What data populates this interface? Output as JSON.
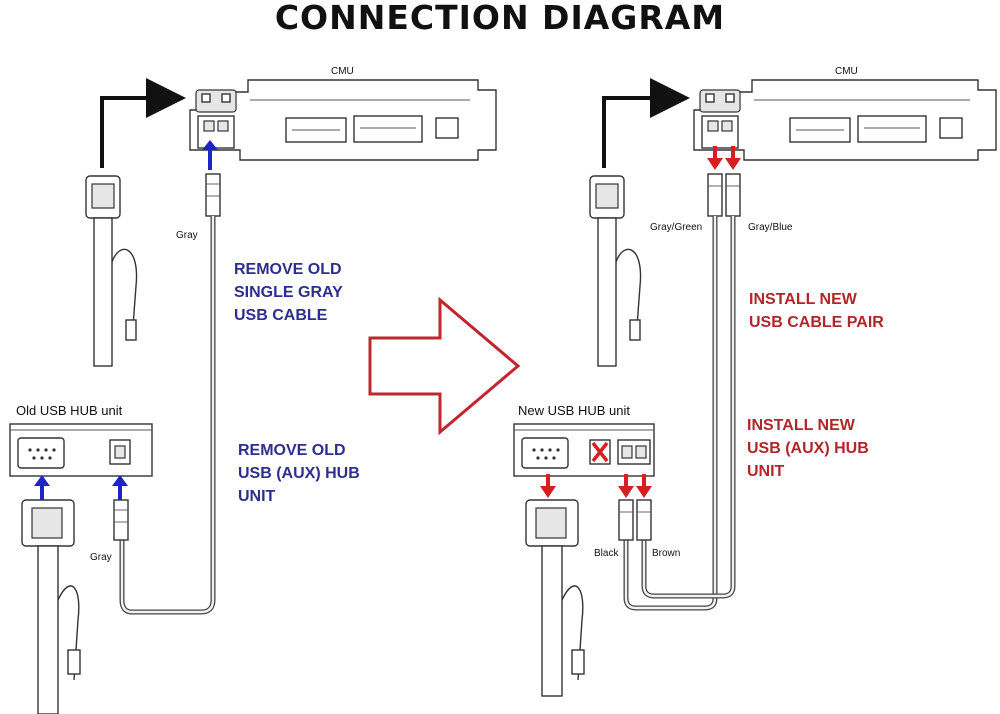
{
  "title": "CONNECTION DIAGRAM",
  "left_panel": {
    "cmu_label": "CMU",
    "cable_top_label": "Gray",
    "hub_label": "Old USB HUB unit",
    "cable_bottom_label": "Gray",
    "note_1": [
      "REMOVE OLD",
      "SINGLE GRAY",
      "USB CABLE"
    ],
    "note_2": [
      "REMOVE OLD",
      "USB (AUX) HUB",
      "UNIT"
    ]
  },
  "right_panel": {
    "cmu_label": "CMU",
    "cable_top_left_label": "Gray/Green",
    "cable_top_right_label": "Gray/Blue",
    "hub_label": "New USB HUB unit",
    "cable_bottom_left_label": "Black",
    "cable_bottom_right_label": "Brown",
    "note_1": [
      "INSTALL NEW",
      "USB CABLE PAIR"
    ],
    "note_2": [
      "INSTALL NEW",
      "USB (AUX) HUB",
      "UNIT"
    ]
  },
  "colors": {
    "blue_arrow": "#1d22c9",
    "red_arrow": "#d42020",
    "blue_text": "#2e2f8c",
    "red_text": "#b0262b",
    "big_arrow": "#c0262b"
  }
}
